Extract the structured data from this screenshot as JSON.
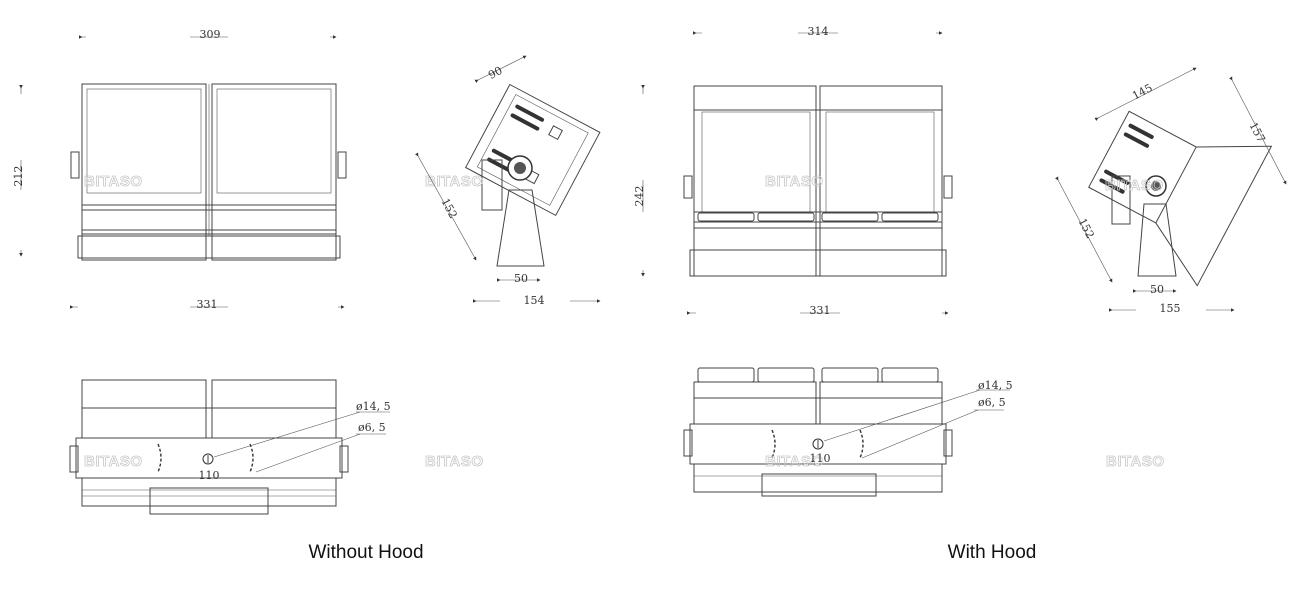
{
  "captions": {
    "left": "Without Hood",
    "right": "With Hood"
  },
  "watermark": "BITASO",
  "without_hood": {
    "front": {
      "top_width": "309",
      "height": "212",
      "bottom_width": "331"
    },
    "side": {
      "angle_top": "90",
      "angle_side": "152",
      "base_width": "50",
      "overall_width": "154"
    },
    "bottom": {
      "hole_large": "ø14, 5",
      "hole_small": "ø6, 5",
      "spacing": "110"
    }
  },
  "with_hood": {
    "front": {
      "top_width": "314",
      "height": "242",
      "bottom_width": "331"
    },
    "side": {
      "hood_top": "145",
      "hood_side": "157",
      "angle_side": "152",
      "base_width": "50",
      "overall_width": "155"
    },
    "bottom": {
      "hole_large": "ø14, 5",
      "hole_small": "ø6, 5",
      "spacing": "110"
    }
  },
  "colors": {
    "line": "#444444",
    "text": "#333333",
    "watermark": "#c8c8c8"
  }
}
